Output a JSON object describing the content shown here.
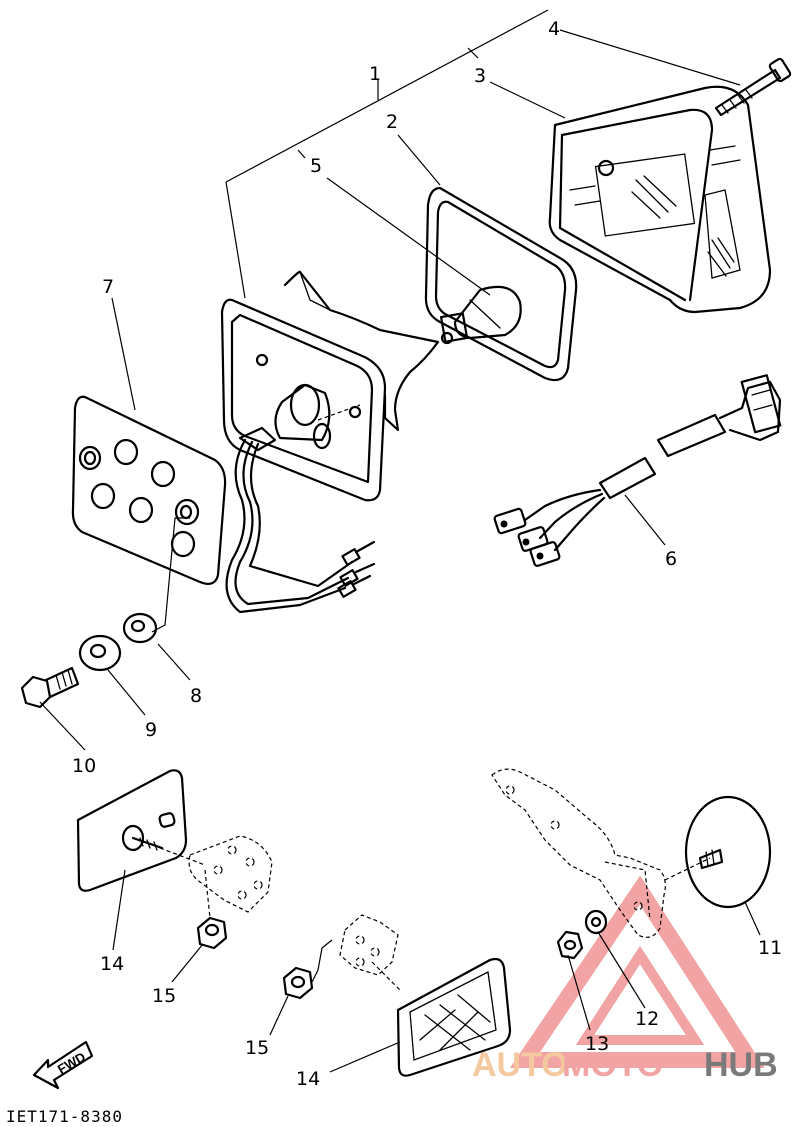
{
  "diagram": {
    "drawing_code": "IET171-8380",
    "direction_label": "FWD",
    "watermark": {
      "part1": "AUTO",
      "part2": "MOTO",
      "part3": "HUB"
    },
    "callouts": {
      "c1": "1",
      "c2": "2",
      "c3": "3",
      "c4": "4",
      "c5": "5",
      "c6": "6",
      "c7": "7",
      "c8": "8",
      "c9": "9",
      "c10": "10",
      "c11": "11",
      "c12": "12",
      "c13": "13",
      "c14a": "14",
      "c14b": "14",
      "c15a": "15",
      "c15b": "15"
    }
  }
}
